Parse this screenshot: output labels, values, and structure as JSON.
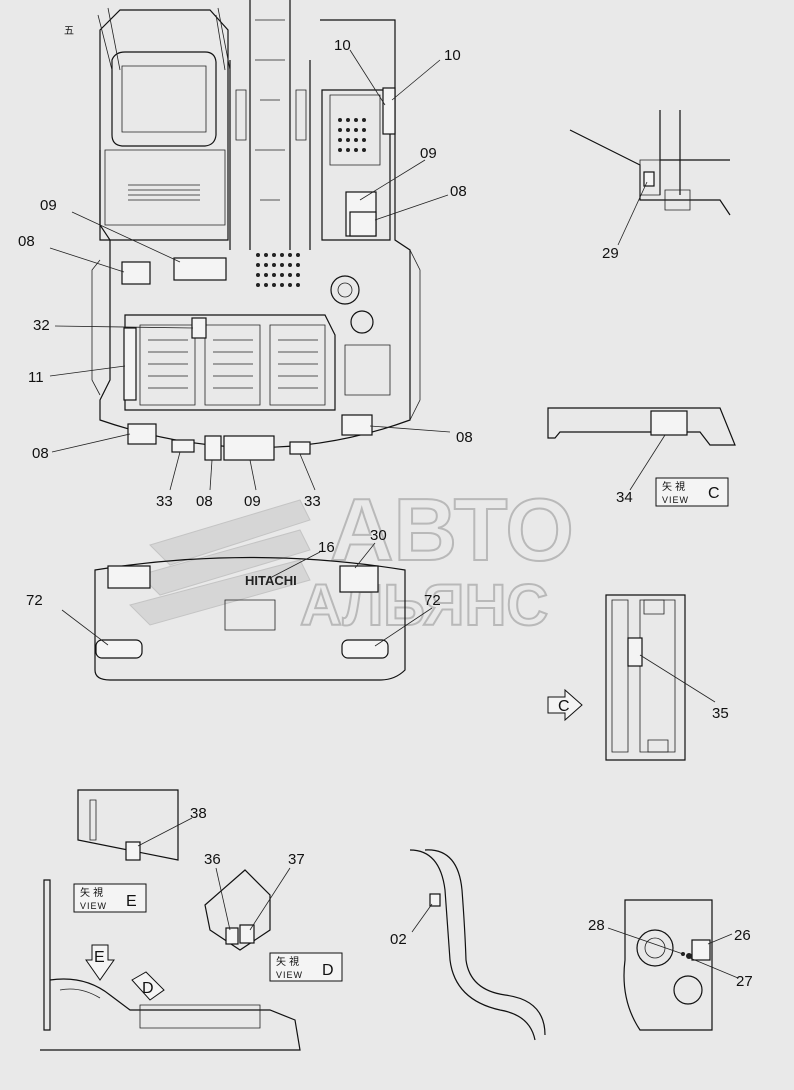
{
  "callouts": {
    "c10a": "10",
    "c10b": "10",
    "c09a": "09",
    "c09b": "09",
    "c09c": "09",
    "c08a": "08",
    "c08b": "08",
    "c08c": "08",
    "c08d": "08",
    "c08e": "08",
    "c32": "32",
    "c11": "11",
    "c33a": "33",
    "c33b": "33",
    "c29": "29",
    "c34": "34",
    "c16": "16",
    "c30": "30",
    "c72a": "72",
    "c72b": "72",
    "c35": "35",
    "c38": "38",
    "c36": "36",
    "c37": "37",
    "c02": "02",
    "c28": "28",
    "c26": "26",
    "c27": "27"
  },
  "views": {
    "view_c": {
      "kanji": "矢 視",
      "view": "VIEW",
      "letter": "C"
    },
    "view_e": {
      "kanji": "矢 視",
      "view": "VIEW",
      "letter": "E"
    },
    "view_d": {
      "kanji": "矢 視",
      "view": "VIEW",
      "letter": "D"
    }
  },
  "arrows": {
    "c": "C",
    "e": "E",
    "d": "D"
  },
  "brand": "HITACHI",
  "corner_mark": "五",
  "watermark": {
    "line1": "АВТО",
    "line2": "АЛЬЯНС"
  }
}
